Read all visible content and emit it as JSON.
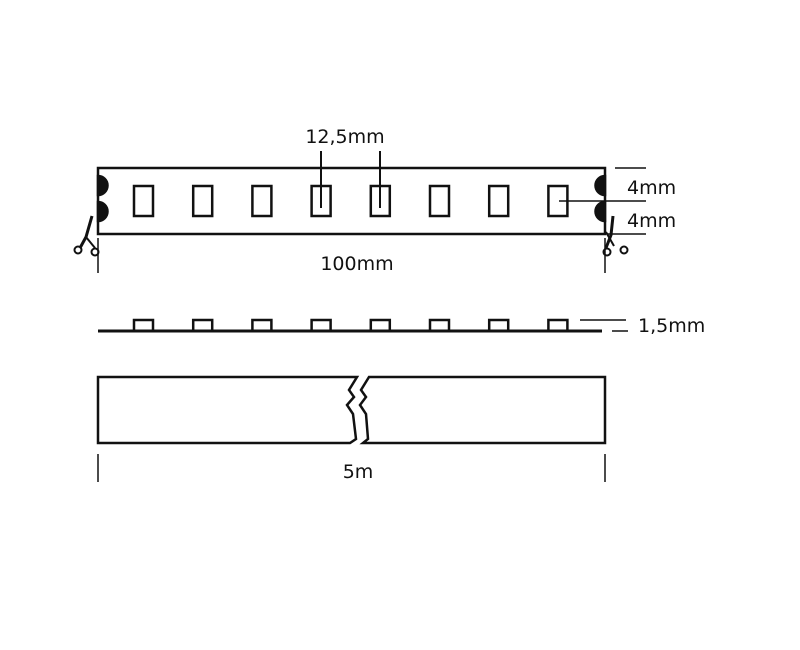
{
  "top_view": {
    "pitch_label": "12,5mm",
    "width_top_label": "4mm",
    "width_bottom_label": "4mm",
    "segment_length_label": "100mm",
    "led_count": 8
  },
  "side_view": {
    "height_label": "1,5mm"
  },
  "reel_view": {
    "total_length_label": "5m"
  },
  "colors": {
    "line": "#111111",
    "background": "#ffffff"
  }
}
